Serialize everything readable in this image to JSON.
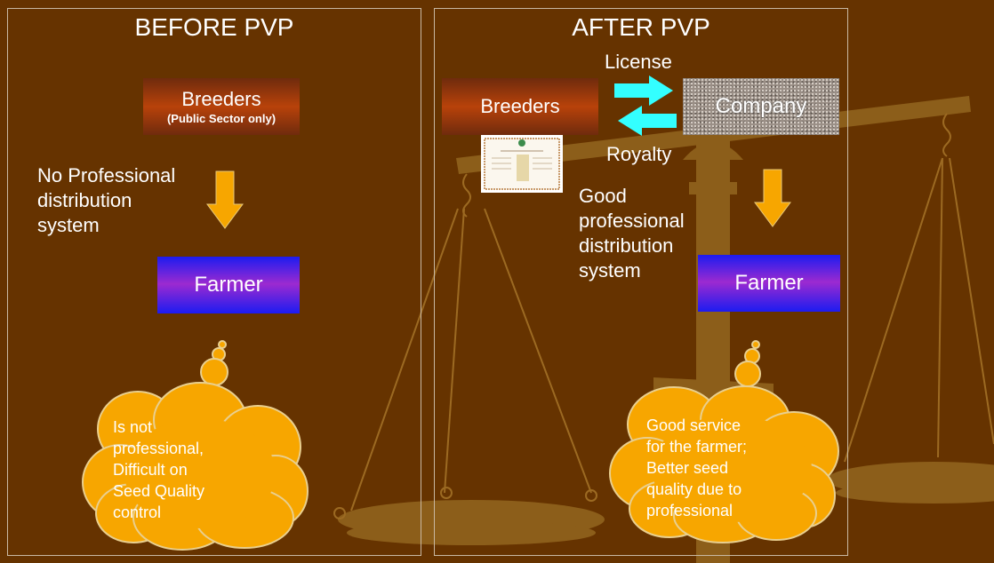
{
  "before": {
    "title": "BEFORE PVP",
    "breeders_label": "Breeders",
    "breeders_sub": "(Public Sector only)",
    "distribution_lines": [
      "No Professional",
      "distribution",
      "system"
    ],
    "farmer_label": "Farmer",
    "cloud_lines": [
      "Is not",
      "professional,",
      "Difficult on",
      "Seed Quality",
      "control"
    ]
  },
  "after": {
    "title": "AFTER PVP",
    "license_label": "License",
    "royalty_label": "Royalty",
    "breeders_label": "Breeders",
    "company_label": "Company",
    "distribution_lines": [
      "Good",
      "professional",
      "distribution",
      "system"
    ],
    "farmer_label": "Farmer",
    "cloud_lines": [
      "Good service",
      "for the farmer;",
      "Better seed",
      "quality due to",
      "professional"
    ]
  },
  "colors": {
    "background": "#663300",
    "cloud_fill": "#f7a600",
    "arrow_orange": "#f7a600",
    "arrow_cyan": "#33ffff",
    "panel_border": "#c9b9a3"
  },
  "icons": [
    "scale-icon",
    "certificate-icon",
    "arrow-down-icon",
    "arrow-right-icon",
    "arrow-left-icon",
    "thought-cloud-icon"
  ]
}
